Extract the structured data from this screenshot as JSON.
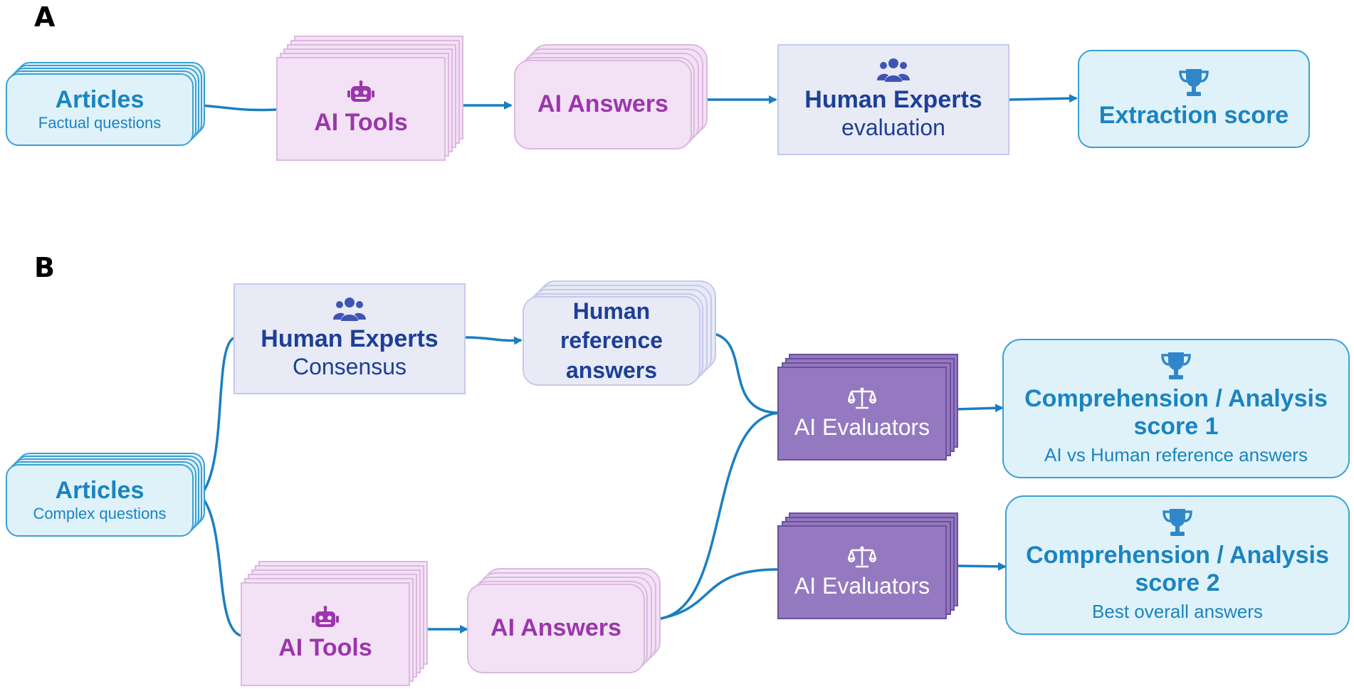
{
  "panels": {
    "a_label": "A",
    "b_label": "B"
  },
  "panel_a": {
    "articles": {
      "title": "Articles",
      "subtitle": "Factual questions"
    },
    "ai_tools": {
      "title": "AI Tools",
      "icon": "robot-icon"
    },
    "ai_answers": {
      "title": "AI Answers"
    },
    "human_experts": {
      "title": "Human Experts",
      "subtitle": "evaluation",
      "icon": "people-icon"
    },
    "extraction": {
      "title": "Extraction score",
      "icon": "trophy-icon"
    }
  },
  "panel_b": {
    "articles": {
      "title": "Articles",
      "subtitle": "Complex questions"
    },
    "human_experts": {
      "title": "Human Experts",
      "subtitle": "Consensus",
      "icon": "people-icon"
    },
    "human_reference": {
      "line1": "Human",
      "line2": "reference",
      "line3": "answers"
    },
    "ai_tools": {
      "title": "AI Tools",
      "icon": "robot-icon"
    },
    "ai_answers": {
      "title": "AI Answers"
    },
    "evaluator_1": {
      "title": "AI Evaluators",
      "icon": "scales-icon"
    },
    "evaluator_2": {
      "title": "AI Evaluators",
      "icon": "scales-icon"
    },
    "score_1": {
      "line1": "Comprehension / Analysis",
      "line2": "score 1",
      "subtitle": "AI vs Human reference answers",
      "icon": "trophy-icon"
    },
    "score_2": {
      "line1": "Comprehension / Analysis",
      "line2": "score 2",
      "subtitle": "Best overall answers",
      "icon": "trophy-icon"
    }
  },
  "colors": {
    "arrow": "#1a7fc0",
    "blue_fill": "#dff2fa",
    "pink_fill": "#f3e2f5",
    "lavender_fill": "#e8eaf6",
    "purple_fill": "#9479c1"
  }
}
